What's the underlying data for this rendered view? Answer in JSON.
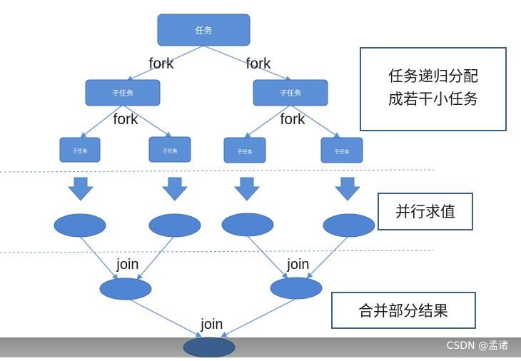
{
  "diagram": {
    "root": {
      "label": "任务"
    },
    "level1": [
      {
        "label": "子任务"
      },
      {
        "label": "子任务"
      }
    ],
    "level2": [
      {
        "label": "子任务"
      },
      {
        "label": "子任务"
      },
      {
        "label": "子任务"
      },
      {
        "label": "子任务"
      }
    ],
    "edge_labels": {
      "fork": [
        "fork",
        "fork",
        "fork",
        "fork"
      ],
      "join": [
        "join",
        "join",
        "join"
      ]
    },
    "notes": {
      "split": [
        "任务递归分配",
        "成若干小任务"
      ],
      "compute": "并行求值",
      "merge": "合并部分结果"
    },
    "colors": {
      "box_fill": "#5b8fd6",
      "box_stroke": "#3e6fb5",
      "ellipse_fill": "#4f85d2",
      "result_fill": "#3a5f8e",
      "arrow": "#5b8fd6",
      "divider": "#6f9bd6"
    }
  },
  "watermark": "CSDN @孟诸"
}
